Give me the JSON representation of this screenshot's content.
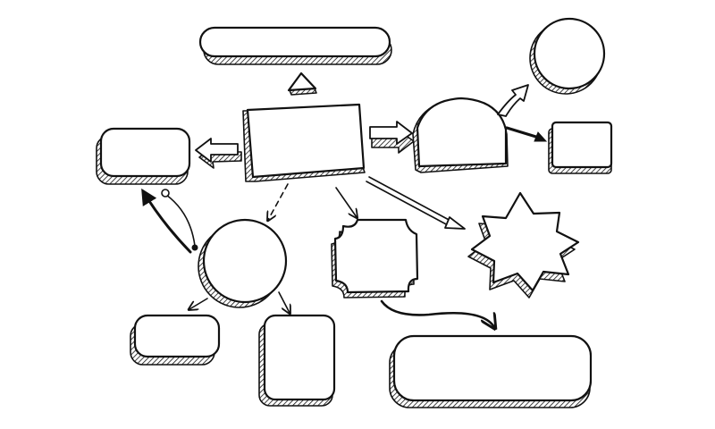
{
  "diagram": {
    "type": "hand-drawn flowchart (blank)",
    "style": "sketch with hatched 3D depth",
    "colors": {
      "ink": "#111111",
      "paper": "#ffffff"
    },
    "nodes": [
      "top-pill",
      "top-circle",
      "central-rectangle",
      "left-rounded-box",
      "dome",
      "right-small-box",
      "middle-circle",
      "scroll-box",
      "starburst",
      "bottom-left-pill",
      "bottom-tall-box",
      "bottom-wide-pill"
    ],
    "connectors": [
      "up-triangle-marker",
      "hollow-arrow-left",
      "hollow-arrow-right",
      "curved-hollow-arrow-up",
      "bold-arrow-right",
      "dashed-arrow-down",
      "thin-arrow-down",
      "long-double-arrow",
      "curved-arrow-down-left",
      "curved-connector-circle",
      "thin-arrow-down-left",
      "thin-arrow-down-right",
      "curved-arrow-bottom"
    ]
  }
}
